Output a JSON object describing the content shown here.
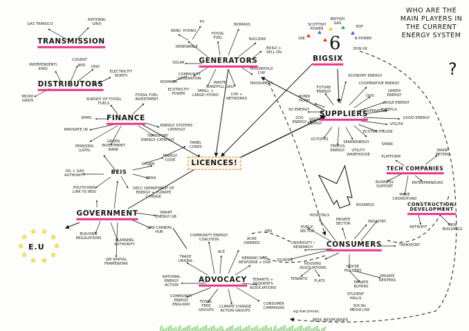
{
  "title": "WHO ARE THE MAIN PLAYERS IN THE CURRENT ENERGY SYSTEM",
  "question_mark": "?",
  "big_six_number": "6",
  "eu_label": "E.U",
  "colors": {
    "hub_underline": "#e8338a",
    "licences_outline": "#e07a1a",
    "eu_star": "#f4e84a",
    "ink": "#151515",
    "grass": "#3fae2a",
    "big_six_dots": [
      "#e2321c",
      "#2b7de0",
      "#f2c61f",
      "#3aa641",
      "#8a3ec2",
      "#e2321c"
    ]
  },
  "hubs": [
    {
      "id": "transmission",
      "label": "TRANSMISSION"
    },
    {
      "id": "distributors",
      "label": "DISTRIBUTORS"
    },
    {
      "id": "finance",
      "label": "FINANCE"
    },
    {
      "id": "generators",
      "label": "GENERATORS"
    },
    {
      "id": "bigsix",
      "label": "BIGSIX"
    },
    {
      "id": "suppliers",
      "label": "SUPPLIERS"
    },
    {
      "id": "licences",
      "label": "LICENCES!"
    },
    {
      "id": "government",
      "label": "GOVERNMENT"
    },
    {
      "id": "advocacy",
      "label": "ADVOCACY"
    },
    {
      "id": "consumers",
      "label": "CONSUMERS"
    },
    {
      "id": "tech",
      "label": "TECH COMPANIES"
    },
    {
      "id": "construction",
      "label": "CONSTRUCTION/ DEVELOPMENT"
    },
    {
      "id": "beis",
      "label": "BEIS"
    }
  ],
  "labels": [
    {
      "id": "gas-transco",
      "text": "GAS TRANSCO"
    },
    {
      "id": "national-grid",
      "text": "NATIONAL GRID"
    },
    {
      "id": "independent-dno",
      "text": "(INDEPENDENT) IDNO"
    },
    {
      "id": "cogent",
      "text": "COGENT"
    },
    {
      "id": "npd",
      "text": "NPD"
    },
    {
      "id": "dno",
      "text": "DNO"
    },
    {
      "id": "electricity-north",
      "text": "ELECTRICITY NORTH"
    },
    {
      "id": "micro-grids",
      "text": "MICRO GRIDS"
    },
    {
      "id": "subsidy",
      "text": "SUBSIDY OF FOSSIL FUELS"
    },
    {
      "id": "fossil-investment",
      "text": "FOSSIL FUEL INVESTMENT"
    },
    {
      "id": "kpmg",
      "text": "KPMG"
    },
    {
      "id": "innovate-uk",
      "text": "INNOVATE UK"
    },
    {
      "id": "energy-systems-catapult",
      "text": "ENERGY SYSTEMS CATAPULT"
    },
    {
      "id": "green-investment-bank",
      "text": "GREEN INVESTMENT BANK"
    },
    {
      "id": "transport-catapult",
      "text": "TRANSPORT ENERGY CATAPULT"
    },
    {
      "id": "pensions",
      "text": "PENSIONS (LGPS)"
    },
    {
      "id": "nuclear-finance",
      "text": ""
    },
    {
      "id": "renewable",
      "text": "RENEWABLE"
    },
    {
      "id": "fossil-fuel",
      "text": "FOSSIL FUEL"
    },
    {
      "id": "biomass",
      "text": "BIOMASS"
    },
    {
      "id": "nuclear",
      "text": "NUCLEAR"
    },
    {
      "id": "build-sell",
      "text": "BUILD + SELL ON"
    },
    {
      "id": "wind",
      "text": "WIND"
    },
    {
      "id": "pv",
      "text": "PV"
    },
    {
      "id": "hydro",
      "text": "HYDRO"
    },
    {
      "id": "solar",
      "text": "SOLAR"
    },
    {
      "id": "community-generation",
      "text": "COMMUNITY GENERATION"
    },
    {
      "id": "kohinor",
      "text": "KOHINOR"
    },
    {
      "id": "ecotricity-power",
      "text": "ECOTRICITY POWER"
    },
    {
      "id": "small-large-hydro",
      "text": "SMALL + LARGE HYDRO"
    },
    {
      "id": "waste",
      "text": "WASTE (LANDFILL GAS)"
    },
    {
      "id": "chp-networks",
      "text": "CHP + NETWORKS"
    },
    {
      "id": "prosumers",
      "text": "PROSUMERS"
    },
    {
      "id": "households-chp",
      "text": "HOUSEHOLD CHP"
    },
    {
      "id": "scottish-power",
      "text": "SCOTTISH POWER"
    },
    {
      "id": "british-gas",
      "text": "BRITISH GAS"
    },
    {
      "id": "edf",
      "text": "EDF"
    },
    {
      "id": "sse",
      "text": "SSE"
    },
    {
      "id": "npower",
      "text": "N POWER"
    },
    {
      "id": "eon",
      "text": "EON UK"
    },
    {
      "id": "economy-energy",
      "text": "ECONOMY ENERGY"
    },
    {
      "id": "cooperative-energy",
      "text": "COOPERATIVE ENERGY"
    },
    {
      "id": "ovo",
      "text": "OVO"
    },
    {
      "id": "green-energy",
      "text": "GREEN ENERGY"
    },
    {
      "id": "bulb-energy",
      "text": "BULB ENERGY"
    },
    {
      "id": "future-energy",
      "text": "FUTURE ENERGY"
    },
    {
      "id": "robin-hood",
      "text": "ROBIN HOOD"
    },
    {
      "id": "so-energy",
      "text": "SO ENERGY"
    },
    {
      "id": "zog-energy",
      "text": "ZOG ENERGY"
    },
    {
      "id": "good-energy",
      "text": "GOOD ENERGY"
    },
    {
      "id": "co-operative",
      "text": "CO OPERATIVE"
    },
    {
      "id": "purepla",
      "text": "PUREPLA"
    },
    {
      "id": "good-energy2",
      "text": "GOOD ENERGY"
    },
    {
      "id": "utilita",
      "text": "UTILITA"
    },
    {
      "id": "flow",
      "text": "FLOW"
    },
    {
      "id": "ecotricity",
      "text": "ECOTRICITY"
    },
    {
      "id": "spark",
      "text": "SPARK"
    },
    {
      "id": "octopus",
      "text": "OCTOPUS"
    },
    {
      "id": "sparkenergy",
      "text": "SPARKENERGY"
    },
    {
      "id": "tempus",
      "text": "TEMPUS ENERGY"
    },
    {
      "id": "utility-warehouse",
      "text": "UTILITY WAREHOUSE"
    },
    {
      "id": "panel-cores",
      "text": "PANEL CORES"
    },
    {
      "id": "energy-code",
      "text": "ENERGY CODE"
    },
    {
      "id": "ofgem",
      "text": "OFGEM"
    },
    {
      "id": "geaa",
      "text": "GEAA"
    },
    {
      "id": "decc",
      "text": "DECC DEPARTMENT OF ENERGY + CLIMATE CHANGE"
    },
    {
      "id": "oil-gas-authority",
      "text": "OIL + GAS AUTHORITY"
    },
    {
      "id": "politicians",
      "text": "POLITICIANS LINK TO BEIS"
    },
    {
      "id": "smart-energy-gb",
      "text": "SMART ENERGY GB"
    },
    {
      "id": "low-carbon-hub",
      "text": "LOW CARBON HUB"
    },
    {
      "id": "building-regulations",
      "text": "BUILDING REGULATIONS"
    },
    {
      "id": "planning-authority",
      "text": "PLANNING AUTHORITY"
    },
    {
      "id": "gm-spatial",
      "text": "GM SPATIAL FRAMEWORK"
    },
    {
      "id": "community-energy-coalition",
      "text": "COMMUNITY ENERGY COALITION"
    },
    {
      "id": "trade-unions",
      "text": "TRADE UNIONS"
    },
    {
      "id": "ace",
      "text": "ACE"
    },
    {
      "id": "acre",
      "text": "ACRE OWNERS"
    },
    {
      "id": "ved",
      "text": "VED"
    },
    {
      "id": "demand-side",
      "text": "DEMAND SIDE RESPONSE + DSR"
    },
    {
      "id": "national-energy-action",
      "text": "NATIONAL ENERGY ACTION"
    },
    {
      "id": "tenants-residents",
      "text": "TENANTS + RESIDENTS ASSOCIATIONS"
    },
    {
      "id": "community-energy-england",
      "text": "COMMUNITY ENERGY ENGLAND"
    },
    {
      "id": "fossil-free-groups",
      "text": "FOSSIL FREE GROUPS"
    },
    {
      "id": "climate-change-groups",
      "text": "CLIMATE CHANGE ACTION GROUPS"
    },
    {
      "id": "consumer-campaigns",
      "text": "CONSUMER CAMPAIGNS"
    },
    {
      "id": "fuel-prices",
      "text": "eg fuel prices."
    },
    {
      "id": "hospitals",
      "text": "HOSPITALS"
    },
    {
      "id": "private-sector",
      "text": "PRIVATE SECTOR"
    },
    {
      "id": "business",
      "text": "BUSINESS"
    },
    {
      "id": "public-sector",
      "text": "PUBLIC SECTOR"
    },
    {
      "id": "industry",
      "text": "INDUSTRY"
    },
    {
      "id": "university",
      "text": "UNIVERSITY / RESEARCH"
    },
    {
      "id": "transport",
      "text": "TRANSPORT"
    },
    {
      "id": "estates",
      "text": "ESTATES"
    },
    {
      "id": "housing-associations",
      "text": "HOUSING ASSOCIATIONS"
    },
    {
      "id": "householders",
      "text": "HOUSE HOLDERS"
    },
    {
      "id": "tenants",
      "text": "TENANTS"
    },
    {
      "id": "flats",
      "text": "FLATS"
    },
    {
      "id": "private-renters",
      "text": "PRIVATE RENTERS"
    },
    {
      "id": "private-buyers",
      "text": "PRIVATE BUYERS"
    },
    {
      "id": "student-halls",
      "text": "STUDENT HALLS"
    },
    {
      "id": "social-media",
      "text": "SOCIAL MEDIA USE"
    },
    {
      "id": "platform",
      "text": "PLATFORM"
    },
    {
      "id": "smart-meters",
      "text": "SMART METERS"
    },
    {
      "id": "business-support",
      "text": "BUSINESS SUPPORT"
    },
    {
      "id": "entrepreneurs",
      "text": "ENTREPRENEURS"
    },
    {
      "id": "made-crowdfund",
      "text": "MADE CROWDFUND"
    },
    {
      "id": "retrofit",
      "text": "RETROFIT"
    },
    {
      "id": "new-builds",
      "text": "NEW BUILDINGS"
    },
    {
      "id": "beis-responses",
      "text": "BEIS RESPONSES"
    }
  ]
}
